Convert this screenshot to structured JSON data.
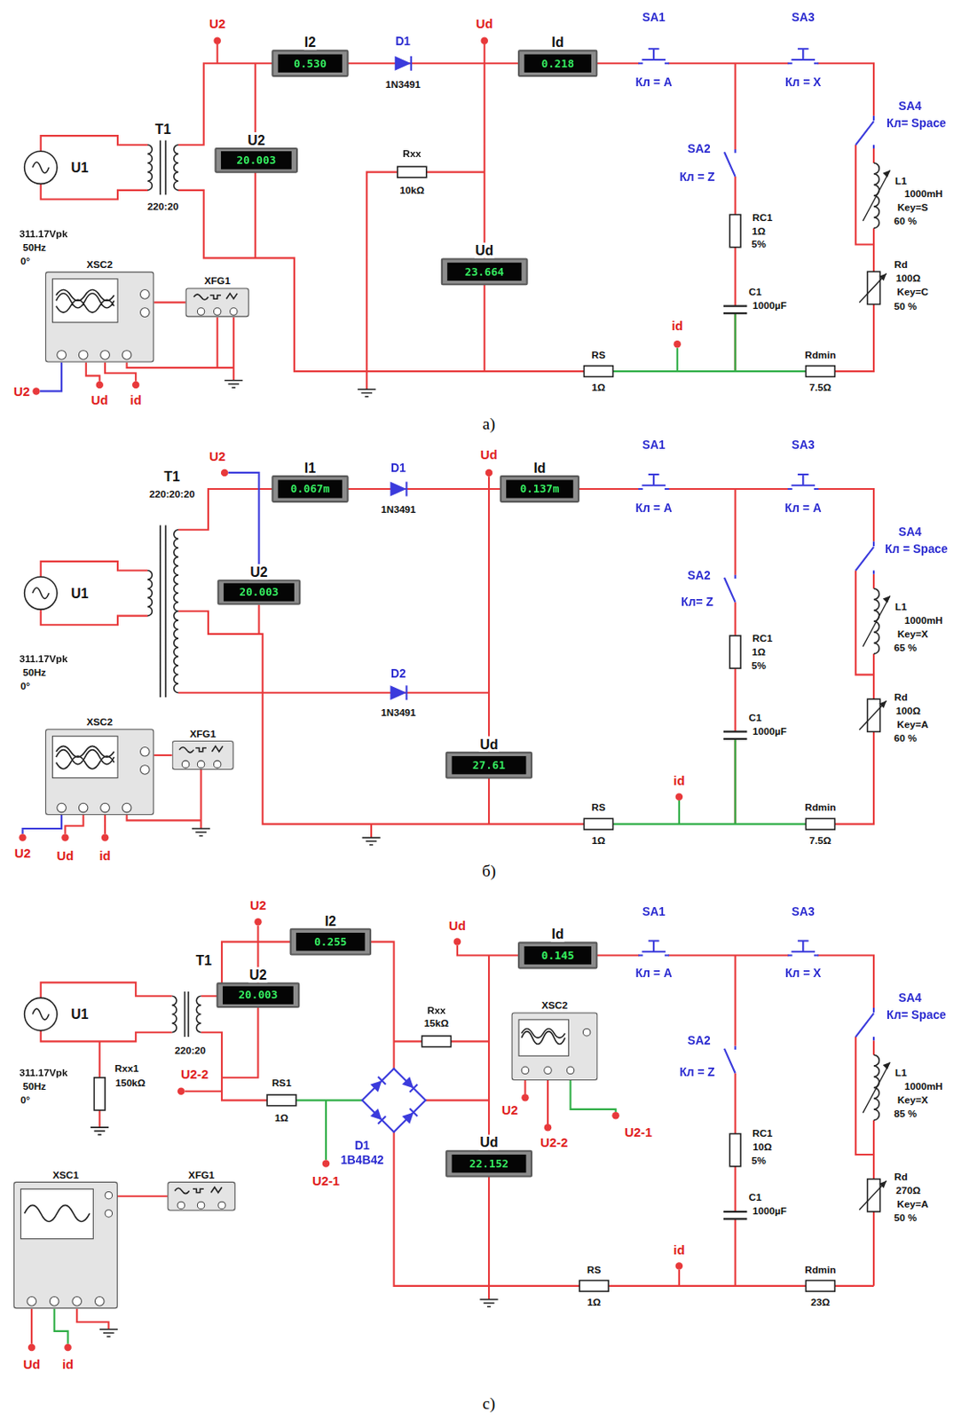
{
  "diagram": {
    "nodes": [
      {
        "text": [
          "I2",
          "0.530"
        ]
      },
      {
        "text": [
          "Id",
          "0.218"
        ]
      },
      {
        "text": [
          "U2",
          "20.003"
        ]
      },
      {
        "text": [
          "Ud",
          "23.664"
        ]
      },
      {
        "text": [
          "XSC2"
        ]
      },
      {
        "text": [
          "XFG1"
        ]
      },
      {
        "text": [
          "I1",
          "0.067m"
        ]
      },
      {
        "text": [
          "Id",
          "0.137m"
        ]
      },
      {
        "text": [
          "U2",
          "20.003"
        ]
      },
      {
        "text": [
          "Ud",
          "27.61"
        ]
      },
      {
        "text": [
          "XSC2"
        ]
      },
      {
        "text": [
          "XFG1"
        ]
      },
      {
        "text": [
          "I2",
          "0.255"
        ]
      },
      {
        "text": [
          "Id",
          "0.145"
        ]
      },
      {
        "text": [
          "U2",
          "20.003"
        ]
      },
      {
        "text": [
          "XSC2"
        ]
      },
      {
        "text": [
          "Ud",
          "22.152"
        ]
      },
      {
        "text": [
          "XSC1"
        ]
      },
      {
        "text": [
          "XFG1"
        ]
      }
    ],
    "edges": [
      {
        "from": 4,
        "to": 5,
        "arrow": "none"
      },
      {
        "from": 10,
        "to": 11,
        "arrow": "none"
      },
      {
        "from": 17,
        "to": 18,
        "arrow": "none"
      }
    ],
    "labels": [
      "U2",
      "D1",
      "1N3491",
      "Ud",
      "SA1",
      "Кл = A",
      "SA3",
      "Кл = X",
      "SA4",
      "Кл= Space",
      "SA2",
      "Кл = Z",
      "RC1",
      "1Ω",
      "5%",
      "C1",
      "1000µF",
      "L1",
      "1000mH",
      "Key=S",
      "60 %",
      "Rd",
      "100Ω",
      "Key=C",
      "50 %",
      "Rхх",
      "10kΩ",
      "U1",
      "311.17Vpk",
      "50Hz",
      "0°",
      "T1",
      "220:20",
      "RS",
      "1Ω",
      "id",
      "Rdmin",
      "7.5Ω",
      "U2",
      "Ud",
      "id",
      "а)",
      "U2",
      "D1",
      "1N3491",
      "Ud",
      "SA1",
      "Кл = A",
      "SA3",
      "Кл = A",
      "SA4",
      "Кл = Space",
      "SA2",
      "Кл= Z",
      "RC1",
      "1Ω",
      "5%",
      "C1",
      "1000µF",
      "L1",
      "1000mH",
      "Key=X",
      "65 %",
      "Rd",
      "100Ω",
      "Key=A",
      "60 %",
      "T1",
      "220:20:20",
      "D2",
      "1N3491",
      "U1",
      "311.17Vpk",
      "50Hz",
      "0°",
      "RS",
      "1Ω",
      "id",
      "Rdmin",
      "7.5Ω",
      "U2",
      "Ud",
      "id",
      "б)",
      "U2",
      "T1",
      "220:20",
      "Rхх",
      "15kΩ",
      "Ud",
      "SA1",
      "Кл = A",
      "SA3",
      "Кл = X",
      "SA4",
      "Кл= Space",
      "SA2",
      "Кл = Z",
      "RC1",
      "10Ω",
      "5%",
      "C1",
      "1000µF",
      "L1",
      "1000mH",
      "Key=X",
      "85 %",
      "Rd",
      "270Ω",
      "Key=A",
      "50 %",
      "U1",
      "311.17Vpk",
      "50Hz",
      "0°",
      "Rхх1",
      "150kΩ",
      "U2-2",
      "RS1",
      "1Ω",
      "D1",
      "1B4B42",
      "U2-1",
      "U2",
      "U2-2",
      "U2-1",
      "RS",
      "1Ω",
      "id",
      "Rdmin",
      "23Ω",
      "Ud",
      "id",
      "с)"
    ]
  }
}
